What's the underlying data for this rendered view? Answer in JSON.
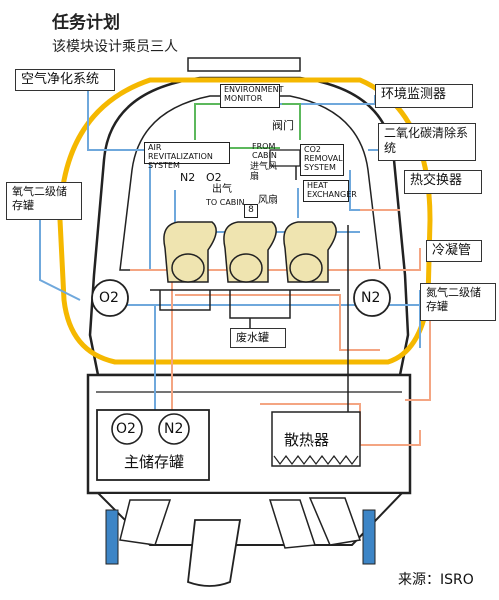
{
  "title": "任务计划",
  "subtitle": "该模块设计乘员三人",
  "labels": {
    "air_purification": "空气净化系统",
    "env_monitoring": "环境监测器",
    "co2_removal_cn": "二氧化碳清除系统",
    "heat_exchanger_cn": "热交换器",
    "condenser": "冷凝管",
    "o2_n2_storage_left": "氧气二级储存罐",
    "n2_o2_storage_right": "氮气二级储存罐",
    "main_storage": "主储存罐",
    "radiator": "散热器",
    "waste_water": "废水罐",
    "valve": "阀门",
    "intake_fan": "进气风扇",
    "outflow": "出气",
    "to_cabin": "TO CABIN",
    "fan": "风扇",
    "from_cabin": "FROM CABIN",
    "o2_inner": "O2",
    "n2_inner": "N2",
    "source": "来源：ISRO"
  },
  "system_boxes": {
    "environment_monitor": "ENVIRONMENT MONITOR",
    "air_revitalization": "AIR REVITALIZATION SYSTEM",
    "co2_removal_system": "CO2 REMOVAL SYSTEM",
    "heat_exchanger": "HEAT EXCHANGER"
  },
  "tanks": {
    "left_tank": "O2",
    "right_tank": "N2",
    "main_o2": "O2",
    "main_n2": "N2"
  },
  "fan_number": "8",
  "colors": {
    "capsule_outline": "#f5b800",
    "blue_line": "#6fa8dc",
    "orange_line": "#f4a582",
    "green_line": "#5cb85c",
    "seat_fill": "#efe4b0",
    "thruster_blue": "#3d85c6"
  }
}
